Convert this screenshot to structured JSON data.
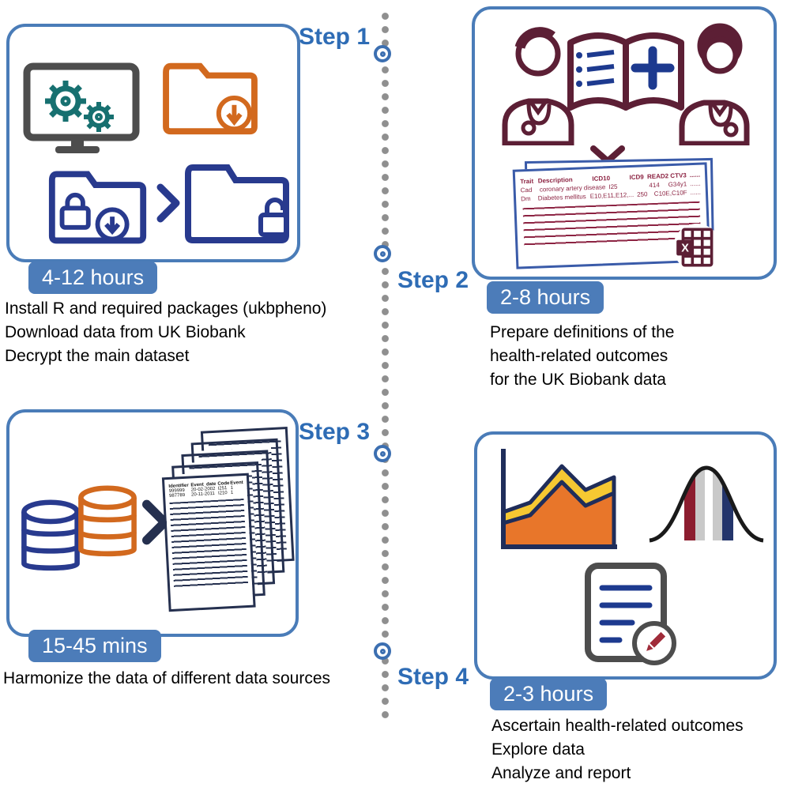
{
  "colors": {
    "accent_blue": "#2e6cb5",
    "box_border_blue": "#4a7cb8",
    "badge_blue": "#4c7cb9",
    "maroon": "#5c1f35",
    "dark_red": "#8c1d2f",
    "orange": "#d2691e",
    "navy": "#283a8e",
    "teal": "#177070",
    "gray": "#4d4d4d",
    "timeline_dot_gray": "#8f8f8f",
    "chart_yellow": "#f6c832",
    "chart_orange": "#e8762a"
  },
  "timeline": {
    "steps": [
      {
        "label": "Step 1"
      },
      {
        "label": "Step 2"
      },
      {
        "label": "Step 3"
      },
      {
        "label": "Step 4"
      }
    ]
  },
  "step1": {
    "badge": "4-12 hours",
    "lines": [
      "Install R and required packages (ukbpheno)",
      "Download data from UK Biobank",
      "Decrypt the main dataset"
    ],
    "icons": [
      "computer-with-gears-icon",
      "download-folder-icon",
      "encrypted-folder-download-icon",
      "right-chevron-icon",
      "decrypted-folder-icon"
    ]
  },
  "step2": {
    "badge": "2-8 hours",
    "lines": [
      "Prepare definitions of the",
      "health-related outcomes",
      "for the UK Biobank data"
    ],
    "icons": [
      "clinicians-with-book-icon",
      "down-chevron-icon",
      "definition-table-icon",
      "excel-icon"
    ],
    "definition_table": {
      "header": [
        "Trait",
        "Description",
        "ICD10",
        "ICD9",
        "READ2 CTV3",
        "......"
      ],
      "rows": [
        [
          "Cad",
          "coronary artery disease",
          "I25",
          "414",
          "G34y1",
          "......"
        ],
        [
          "Dm",
          "Diabetes mellitus",
          "E10,E11,E12,...",
          "250",
          "C10E,C10F",
          "......"
        ]
      ]
    },
    "excel_letter": "X"
  },
  "step3": {
    "badge": "15-45 mins",
    "lines": [
      "Harmonize the data of different data sources"
    ],
    "icons": [
      "database-blue-icon",
      "database-orange-icon",
      "right-chevron-icon",
      "document-stack-icon"
    ],
    "event_table": {
      "header": [
        "Identifier",
        "Event_date",
        "Code",
        "Event"
      ],
      "rows": [
        [
          "999999",
          "20-02-2002",
          "I251",
          "1"
        ],
        [
          "987789",
          "20-11-2011",
          "I210",
          "1"
        ]
      ]
    }
  },
  "step4": {
    "badge": "2-3 hours",
    "lines": [
      "Ascertain health-related outcomes",
      "Explore data",
      "Analyze and report"
    ],
    "icons": [
      "area-chart-icon",
      "bell-curve-icon",
      "report-document-pencil-icon"
    ]
  }
}
